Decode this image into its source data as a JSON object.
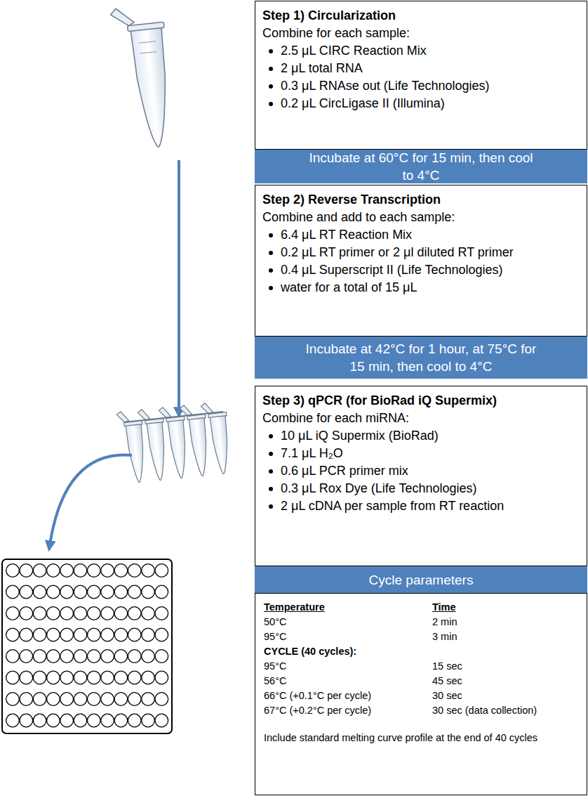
{
  "diagram": {
    "nodes": [
      {
        "text": [
          "Step 1) Circularization",
          "Combine for each sample:",
          "2.5 μL CIRC Reaction Mix",
          "2 μL total RNA",
          "0.3 μL RNAse out (Life Technologies)",
          "0.2 μL CircLigase II (Illumina)"
        ]
      },
      {
        "text": [
          "Incubate at 60°C for 15 min, then cool to 4°C"
        ]
      },
      {
        "text": [
          "Step 2) Reverse Transcription",
          "Combine and add to each sample:",
          "6.4 μL RT Reaction Mix",
          "0.2 μL RT primer or 2 μl diluted RT primer",
          "0.4 μL Superscript II (Life Technologies)",
          "water for a total of 15 μL"
        ]
      },
      {
        "text": [
          "Incubate at 42°C for 1 hour, at 75°C for 15 min, then cool to 4°C"
        ]
      },
      {
        "text": [
          "Step 3) qPCR (for BioRad iQ Supermix)",
          "Combine for each miRNA:",
          "10 μL iQ Supermix (BioRad)",
          "7.1 μL H₂O",
          "0.6 μL PCR primer mix",
          "0.3 μL Rox Dye (Life Technologies)",
          "2 μL cDNA per sample from RT reaction"
        ]
      },
      {
        "text": [
          "Cycle parameters"
        ]
      },
      {
        "text": [
          "Temperature",
          "Time",
          "50°C",
          "2 min",
          "95°C",
          "3 min",
          "CYCLE (40 cycles):",
          "95°C",
          "15 sec",
          "56°C",
          "45 sec",
          "66°C (+0.1°C per cycle)",
          "30 sec",
          "67°C (+0.2°C per cycle)",
          "30 sec (data collection)",
          "Include standard melting curve profile at the end of 40 cycles"
        ]
      }
    ]
  }
}
